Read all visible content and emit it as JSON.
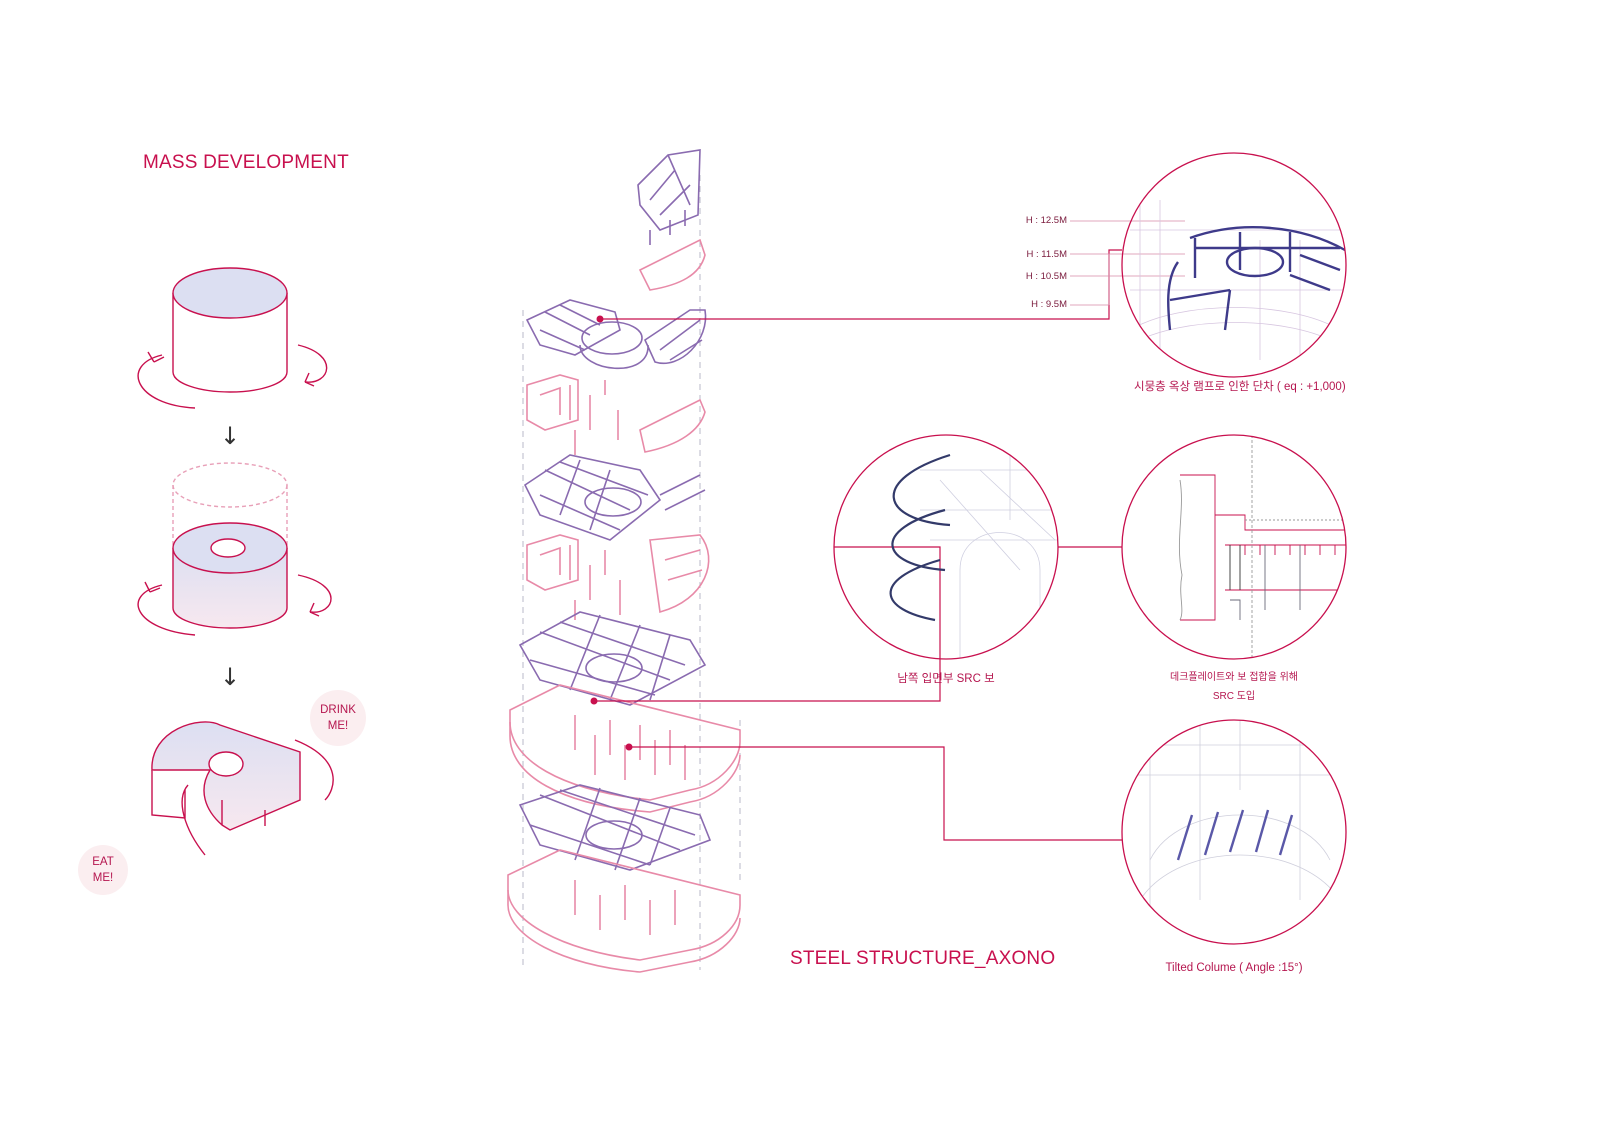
{
  "titles": {
    "mass": "MASS DEVELOPMENT",
    "steel": "STEEL STRUCTURE_AXONO"
  },
  "mass_bubbles": {
    "drink": "DRINK\nME!",
    "eat": "EAT\nME!"
  },
  "arrows": {
    "down": "↓"
  },
  "heights": [
    "H : 12.5M",
    "H : 11.5M",
    "H : 10.5M",
    "H : 9.5M"
  ],
  "captions": {
    "ramp": "시뭉층 옥상 램프로 인한 단차 ( eq : +1,000)",
    "south_src": "남쪽 입면부 SRC 보",
    "deck_line1": "데크플레이트와 보 접합을 위해",
    "deck_line2": "SRC 도입",
    "tilted": "Tilted Colume ( Angle :15°)"
  },
  "colors": {
    "accent": "#c8104e",
    "structure": "#8a6bb0",
    "pink_line": "#e88aa8",
    "fill_tint": "#dde0f0"
  }
}
